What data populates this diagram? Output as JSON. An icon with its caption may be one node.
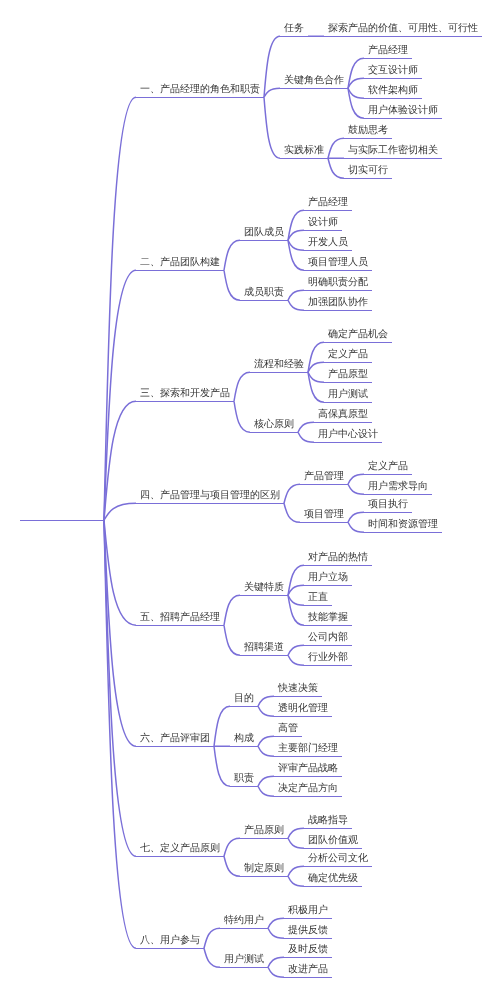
{
  "diagram": {
    "nodes": [
      {
        "text": [],
        "shape": "line"
      },
      {
        "text": [
          "一、产品经理的角色和职责"
        ]
      },
      {
        "text": [
          "任务"
        ]
      },
      {
        "text": [
          "探索产品的价值、可用性、可行性"
        ]
      },
      {
        "text": [
          "关键角色合作"
        ]
      },
      {
        "text": [
          "产品经理"
        ]
      },
      {
        "text": [
          "交互设计师"
        ]
      },
      {
        "text": [
          "软件架构师"
        ]
      },
      {
        "text": [
          "用户体验设计师"
        ]
      },
      {
        "text": [
          "实践标准"
        ]
      },
      {
        "text": [
          "鼓励思考"
        ]
      },
      {
        "text": [
          "与实际工作密切相关"
        ]
      },
      {
        "text": [
          "切实可行"
        ]
      },
      {
        "text": [
          "二、产品团队构建"
        ]
      },
      {
        "text": [
          "团队成员"
        ]
      },
      {
        "text": [
          "产品经理"
        ]
      },
      {
        "text": [
          "设计师"
        ]
      },
      {
        "text": [
          "开发人员"
        ]
      },
      {
        "text": [
          "项目管理人员"
        ]
      },
      {
        "text": [
          "成员职责"
        ]
      },
      {
        "text": [
          "明确职责分配"
        ]
      },
      {
        "text": [
          "加强团队协作"
        ]
      },
      {
        "text": [
          "三、探索和开发产品"
        ]
      },
      {
        "text": [
          "流程和经验"
        ]
      },
      {
        "text": [
          "确定产品机会"
        ]
      },
      {
        "text": [
          "定义产品"
        ]
      },
      {
        "text": [
          "产品原型"
        ]
      },
      {
        "text": [
          "用户测试"
        ]
      },
      {
        "text": [
          "核心原则"
        ]
      },
      {
        "text": [
          "高保真原型"
        ]
      },
      {
        "text": [
          "用户中心设计"
        ]
      },
      {
        "text": [
          "四、产品管理与项目管理的区别"
        ]
      },
      {
        "text": [
          "产品管理"
        ]
      },
      {
        "text": [
          "定义产品"
        ]
      },
      {
        "text": [
          "用户需求导向"
        ]
      },
      {
        "text": [
          "项目管理"
        ]
      },
      {
        "text": [
          "项目执行"
        ]
      },
      {
        "text": [
          "时间和资源管理"
        ]
      },
      {
        "text": [
          "五、招聘产品经理"
        ]
      },
      {
        "text": [
          "关键特质"
        ]
      },
      {
        "text": [
          "对产品的热情"
        ]
      },
      {
        "text": [
          "用户立场"
        ]
      },
      {
        "text": [
          "正直"
        ]
      },
      {
        "text": [
          "技能掌握"
        ]
      },
      {
        "text": [
          "招聘渠道"
        ]
      },
      {
        "text": [
          "公司内部"
        ]
      },
      {
        "text": [
          "行业外部"
        ]
      },
      {
        "text": [
          "六、产品评审团"
        ]
      },
      {
        "text": [
          "目的"
        ]
      },
      {
        "text": [
          "快速决策"
        ]
      },
      {
        "text": [
          "透明化管理"
        ]
      },
      {
        "text": [
          "构成"
        ]
      },
      {
        "text": [
          "高管"
        ]
      },
      {
        "text": [
          "主要部门经理"
        ]
      },
      {
        "text": [
          "职责"
        ]
      },
      {
        "text": [
          "评审产品战略"
        ]
      },
      {
        "text": [
          "决定产品方向"
        ]
      },
      {
        "text": [
          "七、定义产品原则"
        ]
      },
      {
        "text": [
          "产品原则"
        ]
      },
      {
        "text": [
          "战略指导"
        ]
      },
      {
        "text": [
          "团队价值观"
        ]
      },
      {
        "text": [
          "制定原则"
        ]
      },
      {
        "text": [
          "分析公司文化"
        ]
      },
      {
        "text": [
          "确定优先级"
        ]
      },
      {
        "text": [
          "八、用户参与"
        ]
      },
      {
        "text": [
          "特约用户"
        ]
      },
      {
        "text": [
          "积极用户"
        ]
      },
      {
        "text": [
          "提供反馈"
        ]
      },
      {
        "text": [
          "用户测试"
        ]
      },
      {
        "text": [
          "及时反馈"
        ]
      },
      {
        "text": [
          "改进产品"
        ]
      }
    ],
    "edges": [
      {
        "from": 0,
        "to": 1,
        "arrow": "none"
      },
      {
        "from": 1,
        "to": 2,
        "arrow": "none"
      },
      {
        "from": 2,
        "to": 3,
        "arrow": "none"
      },
      {
        "from": 1,
        "to": 4,
        "arrow": "none"
      },
      {
        "from": 4,
        "to": 5,
        "arrow": "none"
      },
      {
        "from": 4,
        "to": 6,
        "arrow": "none"
      },
      {
        "from": 4,
        "to": 7,
        "arrow": "none"
      },
      {
        "from": 4,
        "to": 8,
        "arrow": "none"
      },
      {
        "from": 1,
        "to": 9,
        "arrow": "none"
      },
      {
        "from": 9,
        "to": 10,
        "arrow": "none"
      },
      {
        "from": 9,
        "to": 11,
        "arrow": "none"
      },
      {
        "from": 9,
        "to": 12,
        "arrow": "none"
      },
      {
        "from": 0,
        "to": 13,
        "arrow": "none"
      },
      {
        "from": 13,
        "to": 14,
        "arrow": "none"
      },
      {
        "from": 14,
        "to": 15,
        "arrow": "none"
      },
      {
        "from": 14,
        "to": 16,
        "arrow": "none"
      },
      {
        "from": 14,
        "to": 17,
        "arrow": "none"
      },
      {
        "from": 14,
        "to": 18,
        "arrow": "none"
      },
      {
        "from": 13,
        "to": 19,
        "arrow": "none"
      },
      {
        "from": 19,
        "to": 20,
        "arrow": "none"
      },
      {
        "from": 19,
        "to": 21,
        "arrow": "none"
      },
      {
        "from": 0,
        "to": 22,
        "arrow": "none"
      },
      {
        "from": 22,
        "to": 23,
        "arrow": "none"
      },
      {
        "from": 23,
        "to": 24,
        "arrow": "none"
      },
      {
        "from": 23,
        "to": 25,
        "arrow": "none"
      },
      {
        "from": 23,
        "to": 26,
        "arrow": "none"
      },
      {
        "from": 23,
        "to": 27,
        "arrow": "none"
      },
      {
        "from": 22,
        "to": 28,
        "arrow": "none"
      },
      {
        "from": 28,
        "to": 29,
        "arrow": "none"
      },
      {
        "from": 28,
        "to": 30,
        "arrow": "none"
      },
      {
        "from": 0,
        "to": 31,
        "arrow": "none"
      },
      {
        "from": 31,
        "to": 32,
        "arrow": "none"
      },
      {
        "from": 32,
        "to": 33,
        "arrow": "none"
      },
      {
        "from": 32,
        "to": 34,
        "arrow": "none"
      },
      {
        "from": 31,
        "to": 35,
        "arrow": "none"
      },
      {
        "from": 35,
        "to": 36,
        "arrow": "none"
      },
      {
        "from": 35,
        "to": 37,
        "arrow": "none"
      },
      {
        "from": 0,
        "to": 38,
        "arrow": "none"
      },
      {
        "from": 38,
        "to": 39,
        "arrow": "none"
      },
      {
        "from": 39,
        "to": 40,
        "arrow": "none"
      },
      {
        "from": 39,
        "to": 41,
        "arrow": "none"
      },
      {
        "from": 39,
        "to": 42,
        "arrow": "none"
      },
      {
        "from": 39,
        "to": 43,
        "arrow": "none"
      },
      {
        "from": 38,
        "to": 44,
        "arrow": "none"
      },
      {
        "from": 44,
        "to": 45,
        "arrow": "none"
      },
      {
        "from": 44,
        "to": 46,
        "arrow": "none"
      },
      {
        "from": 0,
        "to": 47,
        "arrow": "none"
      },
      {
        "from": 47,
        "to": 48,
        "arrow": "none"
      },
      {
        "from": 48,
        "to": 49,
        "arrow": "none"
      },
      {
        "from": 48,
        "to": 50,
        "arrow": "none"
      },
      {
        "from": 47,
        "to": 51,
        "arrow": "none"
      },
      {
        "from": 51,
        "to": 52,
        "arrow": "none"
      },
      {
        "from": 51,
        "to": 53,
        "arrow": "none"
      },
      {
        "from": 47,
        "to": 54,
        "arrow": "none"
      },
      {
        "from": 54,
        "to": 55,
        "arrow": "none"
      },
      {
        "from": 54,
        "to": 56,
        "arrow": "none"
      },
      {
        "from": 0,
        "to": 57,
        "arrow": "none"
      },
      {
        "from": 57,
        "to": 58,
        "arrow": "none"
      },
      {
        "from": 58,
        "to": 59,
        "arrow": "none"
      },
      {
        "from": 58,
        "to": 60,
        "arrow": "none"
      },
      {
        "from": 57,
        "to": 61,
        "arrow": "none"
      },
      {
        "from": 61,
        "to": 62,
        "arrow": "none"
      },
      {
        "from": 61,
        "to": 63,
        "arrow": "none"
      },
      {
        "from": 0,
        "to": 64,
        "arrow": "none"
      },
      {
        "from": 64,
        "to": 65,
        "arrow": "none"
      },
      {
        "from": 65,
        "to": 66,
        "arrow": "none"
      },
      {
        "from": 65,
        "to": 67,
        "arrow": "none"
      },
      {
        "from": 64,
        "to": 68,
        "arrow": "none"
      },
      {
        "from": 68,
        "to": 69,
        "arrow": "none"
      },
      {
        "from": 68,
        "to": 70,
        "arrow": "none"
      }
    ]
  }
}
